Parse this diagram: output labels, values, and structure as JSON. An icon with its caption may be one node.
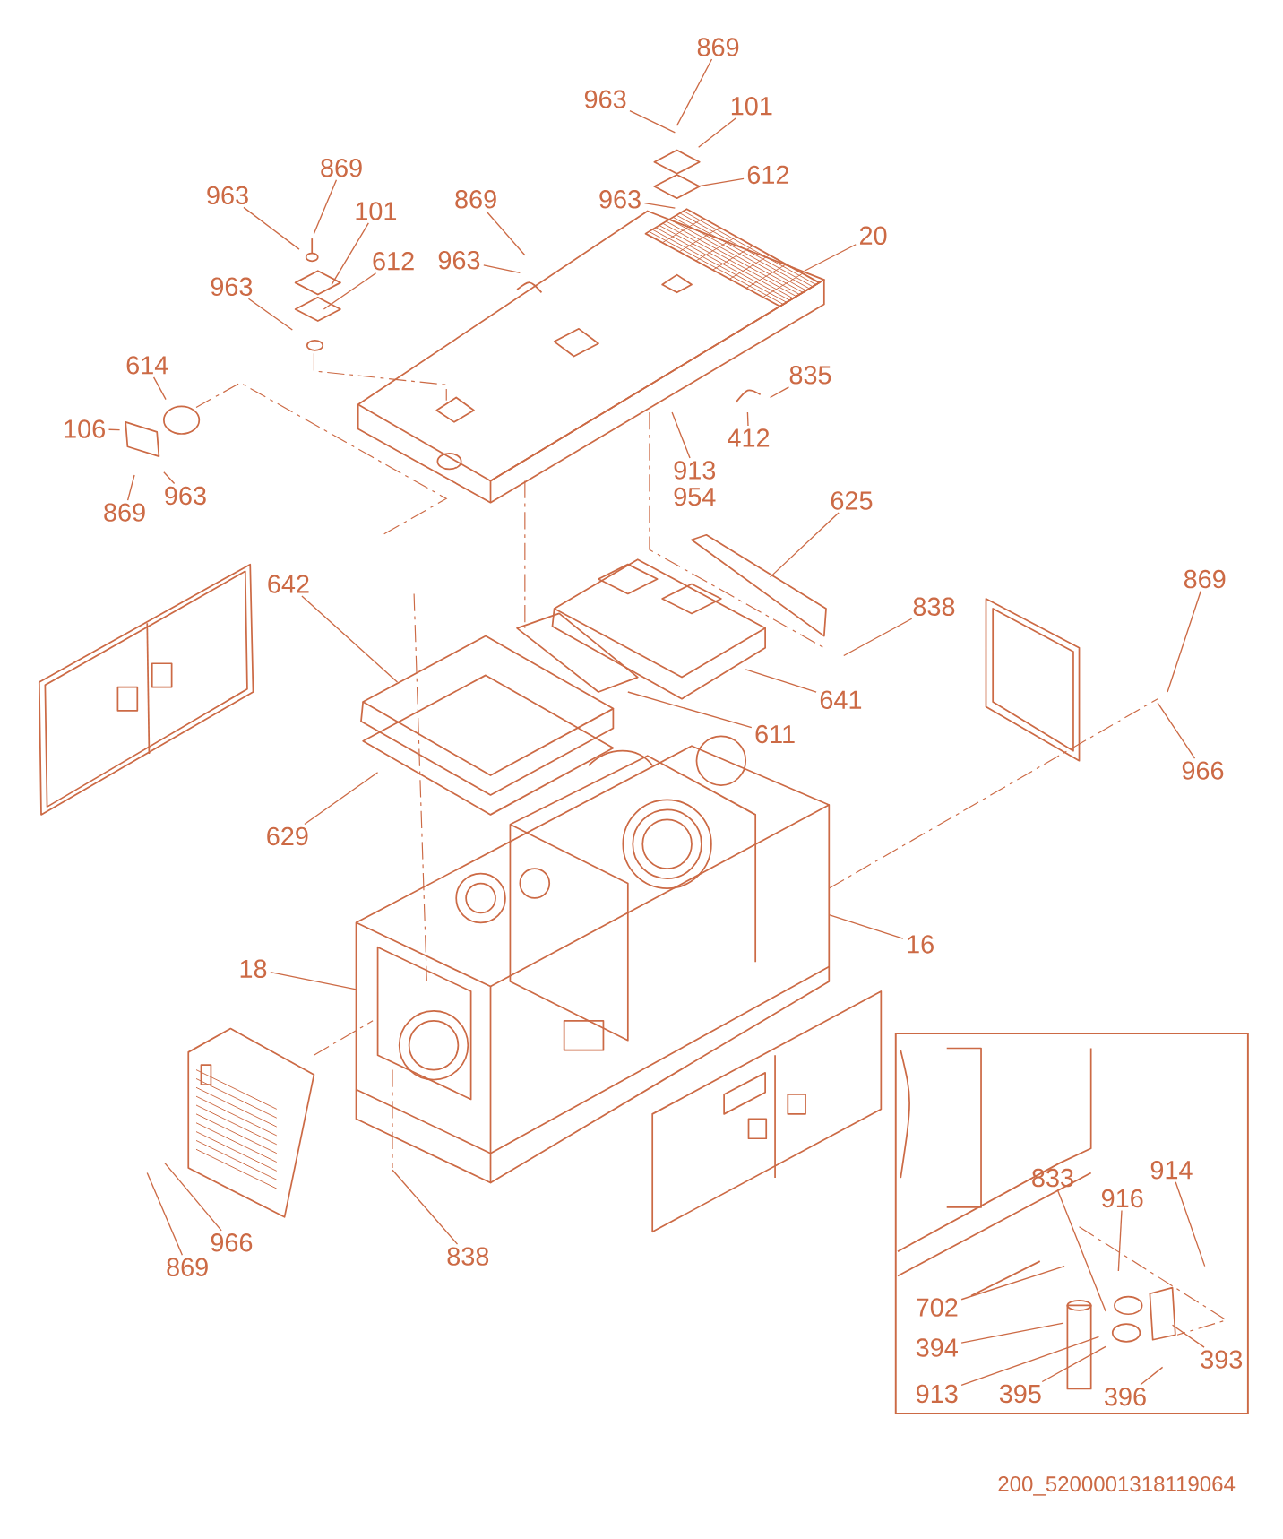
{
  "diagram": {
    "nodes": [
      {
        "text": [
          "869"
        ]
      },
      {
        "text": [
          "963"
        ]
      },
      {
        "text": [
          "101"
        ]
      },
      {
        "text": [
          "612"
        ]
      },
      {
        "text": [
          "963"
        ]
      },
      {
        "text": [
          "20"
        ]
      },
      {
        "text": [
          "869"
        ]
      },
      {
        "text": [
          "963"
        ]
      },
      {
        "text": [
          "101"
        ]
      },
      {
        "text": [
          "612"
        ]
      },
      {
        "text": [
          "963"
        ]
      },
      {
        "text": [
          "869"
        ]
      },
      {
        "text": [
          "963"
        ]
      },
      {
        "text": [
          "614"
        ]
      },
      {
        "text": [
          "106"
        ]
      },
      {
        "text": [
          "869"
        ]
      },
      {
        "text": [
          "963"
        ]
      },
      {
        "text": [
          "835"
        ]
      },
      {
        "text": [
          "412"
        ]
      },
      {
        "text": [
          "913"
        ]
      },
      {
        "text": [
          "625"
        ]
      },
      {
        "text": [
          "642"
        ]
      },
      {
        "text": [
          "838"
        ]
      },
      {
        "text": [
          "641"
        ]
      },
      {
        "text": [
          "611"
        ]
      },
      {
        "text": [
          "869"
        ]
      },
      {
        "text": [
          "966"
        ]
      },
      {
        "text": [
          "629"
        ]
      },
      {
        "text": [
          "16"
        ]
      },
      {
        "text": [
          "18"
        ]
      },
      {
        "text": [
          "966"
        ]
      },
      {
        "text": [
          "869"
        ]
      },
      {
        "text": [
          "838"
        ]
      },
      {
        "text": [
          "833"
        ]
      },
      {
        "text": [
          "916"
        ]
      },
      {
        "text": [
          "914"
        ]
      },
      {
        "text": [
          "702"
        ]
      },
      {
        "text": [
          "393"
        ]
      },
      {
        "text": [
          "394"
        ]
      },
      {
        "text": [
          "913"
        ]
      },
      {
        "text": [
          "395"
        ]
      },
      {
        "text": [
          "396"
        ]
      }
    ],
    "edges": [
      {
        "from": 0,
        "to": null,
        "arrow": "none"
      },
      {
        "from": 1,
        "to": null,
        "arrow": "none"
      },
      {
        "from": 2,
        "to": null,
        "arrow": "none"
      },
      {
        "from": 3,
        "to": null,
        "arrow": "none"
      },
      {
        "from": 4,
        "to": null,
        "arrow": "none"
      },
      {
        "from": 5,
        "to": null,
        "arrow": "none"
      },
      {
        "from": 6,
        "to": null,
        "arrow": "none"
      },
      {
        "from": 7,
        "to": null,
        "arrow": "none"
      },
      {
        "from": 8,
        "to": null,
        "arrow": "none"
      },
      {
        "from": 9,
        "to": null,
        "arrow": "none"
      },
      {
        "from": 10,
        "to": null,
        "arrow": "none"
      },
      {
        "from": 11,
        "to": null,
        "arrow": "none"
      },
      {
        "from": 12,
        "to": null,
        "arrow": "none"
      },
      {
        "from": 13,
        "to": null,
        "arrow": "none"
      },
      {
        "from": 14,
        "to": null,
        "arrow": "none"
      },
      {
        "from": 15,
        "to": null,
        "arrow": "none"
      },
      {
        "from": 16,
        "to": null,
        "arrow": "none"
      },
      {
        "from": 17,
        "to": null,
        "arrow": "none"
      },
      {
        "from": 18,
        "to": null,
        "arrow": "none"
      },
      {
        "from": 19,
        "to": null,
        "arrow": "none"
      },
      {
        "from": 20,
        "to": null,
        "arrow": "none"
      },
      {
        "from": 21,
        "to": null,
        "arrow": "none"
      },
      {
        "from": 22,
        "to": null,
        "arrow": "none"
      },
      {
        "from": 23,
        "to": null,
        "arrow": "none"
      },
      {
        "from": 24,
        "to": null,
        "arrow": "none"
      },
      {
        "from": 25,
        "to": null,
        "arrow": "none"
      },
      {
        "from": 26,
        "to": null,
        "arrow": "none"
      },
      {
        "from": 27,
        "to": null,
        "arrow": "none"
      },
      {
        "from": 28,
        "to": null,
        "arrow": "none"
      },
      {
        "from": 29,
        "to": null,
        "arrow": "none"
      },
      {
        "from": 30,
        "to": null,
        "arrow": "none"
      },
      {
        "from": 31,
        "to": null,
        "arrow": "none"
      },
      {
        "from": 32,
        "to": null,
        "arrow": "none"
      },
      {
        "from": 33,
        "to": null,
        "arrow": "none"
      },
      {
        "from": 34,
        "to": null,
        "arrow": "none"
      },
      {
        "from": 35,
        "to": null,
        "arrow": "none"
      },
      {
        "from": 36,
        "to": null,
        "arrow": "none"
      },
      {
        "from": 37,
        "to": null,
        "arrow": "none"
      },
      {
        "from": 38,
        "to": null,
        "arrow": "none"
      },
      {
        "from": 39,
        "to": null,
        "arrow": "none"
      },
      {
        "from": 40,
        "to": null,
        "arrow": "none"
      },
      {
        "from": 41,
        "to": null,
        "arrow": "none"
      }
    ],
    "labels": [
      "954",
      "200_5200001318119064"
    ]
  }
}
